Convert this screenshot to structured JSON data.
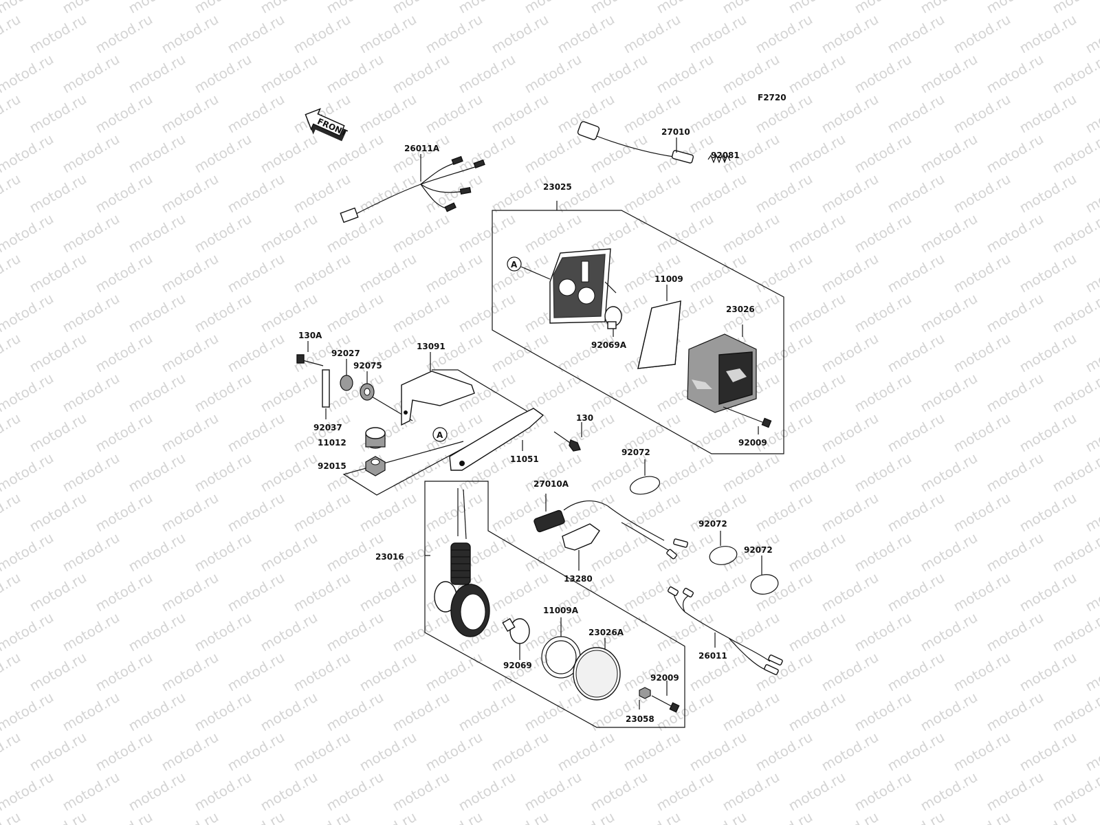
{
  "diagram_code": "F2720",
  "front_label": "FRONT",
  "callout_letter": "A",
  "watermark_text": "motod.ru",
  "parts": {
    "p26011A": "26011A",
    "p27010": "27010",
    "p92081": "92081",
    "p23025": "23025",
    "p11009": "11009",
    "p23026": "23026",
    "p92069A": "92069A",
    "p130A": "130A",
    "p92027": "92027",
    "p92075": "92075",
    "p13091": "13091",
    "p92037": "92037",
    "p11012": "11012",
    "p92015": "92015",
    "p130": "130",
    "p11051": "11051",
    "p92009a": "92009",
    "p92072a": "92072",
    "p27010A": "27010A",
    "p23016": "23016",
    "p13280": "13280",
    "p92072b": "92072",
    "p92072c": "92072",
    "p11009A": "11009A",
    "p23026A": "23026A",
    "p92069": "92069",
    "p26011": "26011",
    "p92009b": "92009",
    "p23058": "23058"
  }
}
